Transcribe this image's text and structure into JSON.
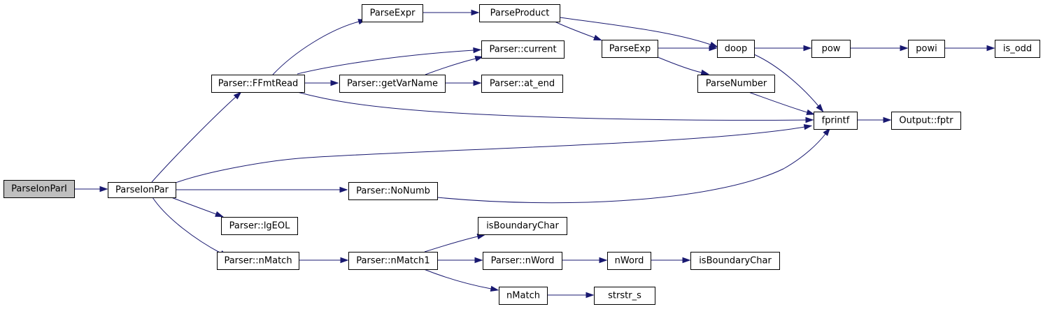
{
  "graph": {
    "title": "",
    "root": "ParseIonParI",
    "nodes": [
      {
        "id": "ParseIonParI",
        "label": "ParseIonParI",
        "root": true
      },
      {
        "id": "ParseIonPar",
        "label": "ParseIonPar"
      },
      {
        "id": "FFmtRead",
        "label": "Parser::FFmtRead"
      },
      {
        "id": "ParseExpr",
        "label": "ParseExpr"
      },
      {
        "id": "ParseProduct",
        "label": "ParseProduct"
      },
      {
        "id": "ParserCurrent",
        "label": "Parser::current"
      },
      {
        "id": "GetVarName",
        "label": "Parser::getVarName"
      },
      {
        "id": "AtEnd",
        "label": "Parser::at_end"
      },
      {
        "id": "ParseExp",
        "label": "ParseExp"
      },
      {
        "id": "doop",
        "label": "doop"
      },
      {
        "id": "pow",
        "label": "pow"
      },
      {
        "id": "powi",
        "label": "powi"
      },
      {
        "id": "is_odd",
        "label": "is_odd"
      },
      {
        "id": "ParseNumber",
        "label": "ParseNumber"
      },
      {
        "id": "fprintf",
        "label": "fprintf"
      },
      {
        "id": "OutputFptr",
        "label": "Output::fptr"
      },
      {
        "id": "NoNumb",
        "label": "Parser::NoNumb"
      },
      {
        "id": "lgEOL",
        "label": "Parser::lgEOL"
      },
      {
        "id": "ParserNMatch",
        "label": "Parser::nMatch"
      },
      {
        "id": "NMatch1",
        "label": "Parser::nMatch1"
      },
      {
        "id": "IsBoundary1",
        "label": "isBoundaryChar"
      },
      {
        "id": "ParserNWord",
        "label": "Parser::nWord"
      },
      {
        "id": "nWord",
        "label": "nWord"
      },
      {
        "id": "IsBoundary2",
        "label": "isBoundaryChar"
      },
      {
        "id": "nMatch",
        "label": "nMatch"
      },
      {
        "id": "strstr_s",
        "label": "strstr_s"
      }
    ],
    "edges": [
      {
        "from": "ParseIonParI",
        "to": "ParseIonPar"
      },
      {
        "from": "ParseIonPar",
        "to": "FFmtRead"
      },
      {
        "from": "ParseIonPar",
        "to": "fprintf"
      },
      {
        "from": "ParseIonPar",
        "to": "NoNumb"
      },
      {
        "from": "ParseIonPar",
        "to": "lgEOL"
      },
      {
        "from": "ParseIonPar",
        "to": "ParserNMatch"
      },
      {
        "from": "FFmtRead",
        "to": "ParseExpr"
      },
      {
        "from": "FFmtRead",
        "to": "ParserCurrent"
      },
      {
        "from": "FFmtRead",
        "to": "GetVarName"
      },
      {
        "from": "FFmtRead",
        "to": "fprintf"
      },
      {
        "from": "ParseExpr",
        "to": "ParseProduct"
      },
      {
        "from": "ParseProduct",
        "to": "ParseExp"
      },
      {
        "from": "ParseProduct",
        "to": "doop"
      },
      {
        "from": "GetVarName",
        "to": "ParserCurrent"
      },
      {
        "from": "GetVarName",
        "to": "AtEnd"
      },
      {
        "from": "ParseExp",
        "to": "doop"
      },
      {
        "from": "ParseExp",
        "to": "ParseNumber"
      },
      {
        "from": "doop",
        "to": "pow"
      },
      {
        "from": "doop",
        "to": "fprintf"
      },
      {
        "from": "pow",
        "to": "powi"
      },
      {
        "from": "powi",
        "to": "is_odd"
      },
      {
        "from": "ParseNumber",
        "to": "fprintf"
      },
      {
        "from": "fprintf",
        "to": "OutputFptr"
      },
      {
        "from": "NoNumb",
        "to": "fprintf"
      },
      {
        "from": "ParserNMatch",
        "to": "NMatch1"
      },
      {
        "from": "NMatch1",
        "to": "IsBoundary1"
      },
      {
        "from": "NMatch1",
        "to": "ParserNWord"
      },
      {
        "from": "NMatch1",
        "to": "nMatch"
      },
      {
        "from": "ParserNWord",
        "to": "nWord"
      },
      {
        "from": "nWord",
        "to": "IsBoundary2"
      },
      {
        "from": "nMatch",
        "to": "strstr_s"
      }
    ]
  }
}
